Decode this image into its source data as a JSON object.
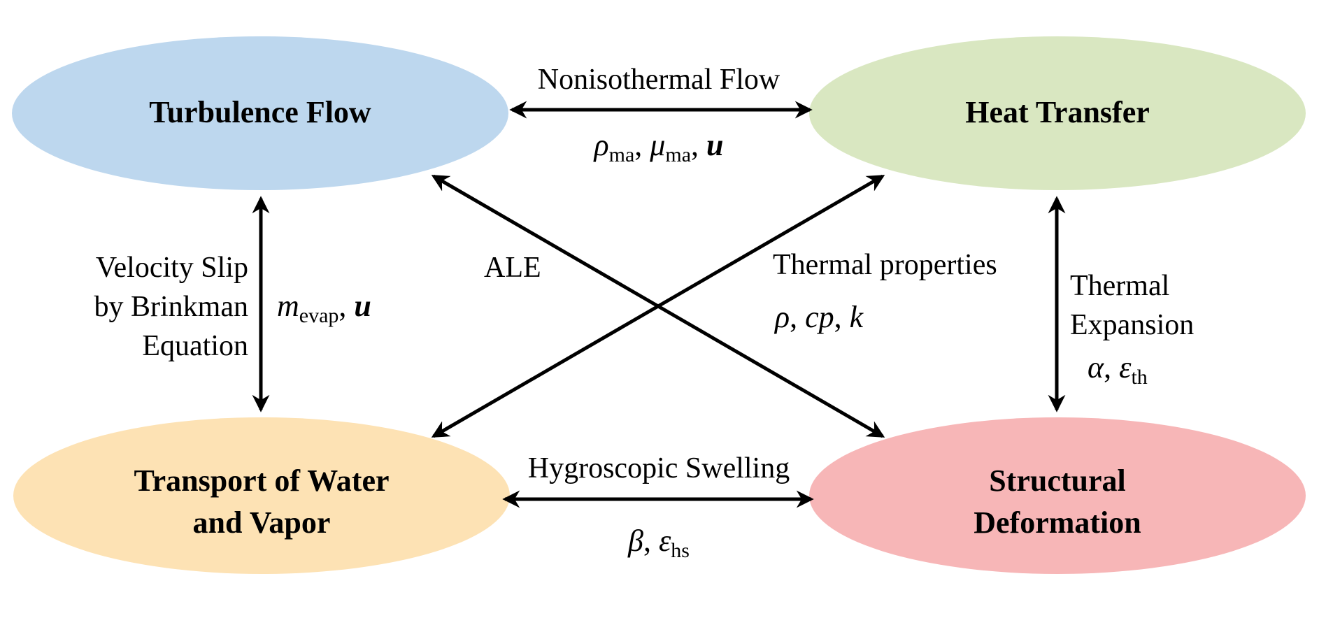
{
  "nodes": {
    "turbulence_flow": {
      "label": "Turbulence Flow",
      "color": "#bdd7ee"
    },
    "heat_transfer": {
      "label": "Heat Transfer",
      "color": "#d9e7c1"
    },
    "transport": {
      "line1": "Transport of Water",
      "line2": "and Vapor",
      "color": "#fde2b4"
    },
    "structural": {
      "line1": "Structural",
      "line2": "Deformation",
      "color": "#f7b6b7"
    }
  },
  "links": {
    "nonisothermal": {
      "label": "Nonisothermal Flow",
      "params": {
        "rho": "ρ",
        "rho_sub": "ma",
        "sep1": ", ",
        "mu": "μ",
        "mu_sub": "ma",
        "sep2": ", ",
        "u": "u"
      }
    },
    "velocity_slip": {
      "line1": "Velocity Slip",
      "line2": "by Brinkman",
      "line3": "Equation",
      "params": {
        "m": "m",
        "m_sub": "evap",
        "sep": ", ",
        "u": "u"
      }
    },
    "ale": {
      "label": "ALE"
    },
    "thermal_properties": {
      "label": "Thermal properties",
      "params": {
        "rho": "ρ",
        "sep1": ", ",
        "cp": "cp",
        "sep2": ", ",
        "k": "k"
      }
    },
    "thermal_expansion": {
      "line1": "Thermal",
      "line2": "Expansion",
      "params": {
        "alpha": "α",
        "sep": ", ",
        "eps": "ε",
        "eps_sub": "th"
      }
    },
    "hygroscopic": {
      "label": "Hygroscopic Swelling",
      "params": {
        "beta": "β",
        "sep": ", ",
        "eps": "ε",
        "eps_sub": "hs"
      }
    }
  },
  "arrow_color": "#000000"
}
